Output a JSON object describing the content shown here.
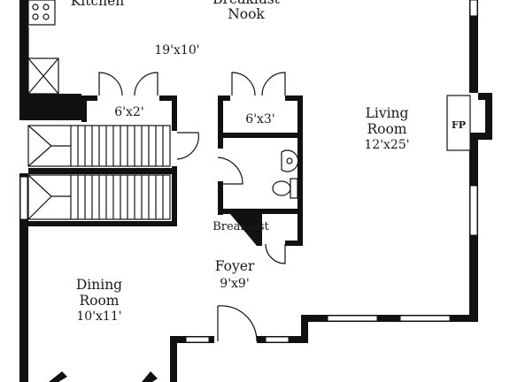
{
  "rooms": {
    "kitchen": {
      "name": "Kitchen"
    },
    "breakfast_nook": {
      "name": "Breakfast",
      "name2": "Nook",
      "dims": "19'x10'"
    },
    "closet_left": {
      "dims": "6'x2'"
    },
    "closet_right": {
      "dims": "6'x3'"
    },
    "living_room": {
      "name": "Living",
      "name2": "Room",
      "dims": "12'x25'"
    },
    "foyer": {
      "name": "Foyer",
      "dims": "9'x9'"
    },
    "dining_room": {
      "name": "Dining",
      "name2": "Room",
      "dims": "10'x11'"
    },
    "fireplace": {
      "label": "FP"
    },
    "breakfast_nook_lower_label": "Breakfast"
  },
  "colors": {
    "wall": "#111111",
    "background": "#ffffff",
    "text": "#1a1a1a"
  }
}
